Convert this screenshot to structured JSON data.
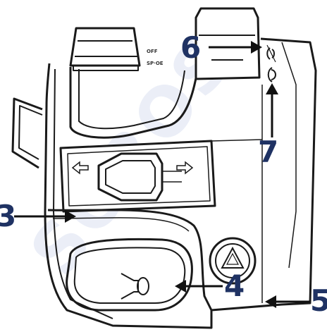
{
  "callouts": {
    "c3": "3",
    "c4": "4",
    "c5": "5",
    "c6": "6",
    "c7": "7"
  },
  "switch_labels": {
    "upper": "OFF",
    "lower": "SP·OE"
  },
  "icons": {
    "turn_left": "arrow-left-icon",
    "turn_right": "arrow-right-icon",
    "hazard": "hazard-triangle-icon",
    "horn": "horn-icon",
    "high_beam": "high-beam-icon",
    "low_beam": "low-beam-icon"
  },
  "watermark": "SOROS",
  "colors": {
    "line": "#1a1a1a",
    "callout": "#1f3263",
    "watermark": "#b9c6e6"
  }
}
